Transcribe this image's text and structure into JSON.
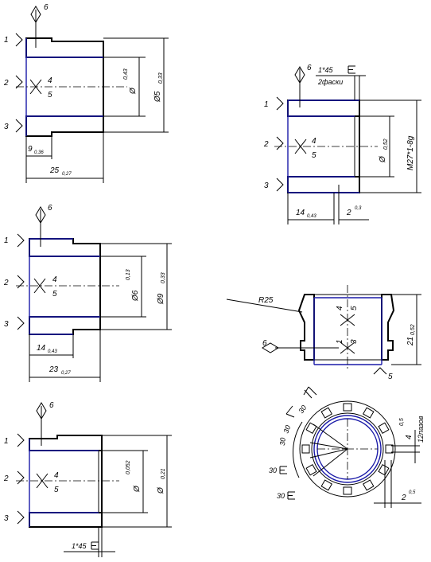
{
  "colors": {
    "ink": "#000000",
    "machined_surface": "#1a1aa8",
    "paper": "#ffffff"
  },
  "symbols": {
    "tolerance_icon": "diamond-icon",
    "clamp_icon": "support-icon"
  },
  "views": [
    {
      "support_numbers": [
        "1",
        "2",
        "3"
      ],
      "datum_number": "6",
      "axis_numbers": [
        "4",
        "5"
      ],
      "dims": {
        "dia_small": "Ø",
        "dia_small_tol": "0,43",
        "dia_large": "Ø5",
        "dia_large_tol": "0,33",
        "len_step": "9",
        "len_step_tol": "0,36",
        "len_total": "25",
        "len_total_tol": "0,27"
      }
    },
    {
      "support_numbers": [
        "1",
        "2",
        "3"
      ],
      "datum_number": "6",
      "axis_numbers": [
        "4",
        "5"
      ],
      "dims": {
        "dia_small": "Ø6",
        "dia_small_tol": "0,13",
        "dia_large": "Ø9",
        "dia_large_tol": "0,33",
        "len_step": "14",
        "len_step_tol": "0,43",
        "len_total": "23",
        "len_total_tol": "0,27"
      }
    },
    {
      "support_numbers": [
        "1",
        "2",
        "3"
      ],
      "datum_number": "6",
      "axis_numbers": [
        "4",
        "5"
      ],
      "dims": {
        "dia_small": "Ø",
        "dia_small_tol": "0,052",
        "dia_large": "Ø",
        "dia_large_tol": "0,21",
        "chamfer": "1*45"
      }
    },
    {
      "support_numbers": [
        "1",
        "2",
        "3"
      ],
      "datum_number": "6",
      "axis_numbers": [
        "4",
        "5"
      ],
      "dims": {
        "chamfer": "1*45",
        "chamfer_note": "2фаски",
        "dia_inner": "Ø",
        "dia_inner_tol": "0,52",
        "thread": "M27*1-8g",
        "len_step": "14",
        "len_step_tol": "0,43",
        "len_groove": "2",
        "len_groove_tol": "0,3"
      }
    },
    {
      "support_numbers": [
        "1",
        "3",
        "5"
      ],
      "datum_number": "6",
      "axis_numbers": [
        "4",
        "5"
      ],
      "dims": {
        "radius": "R25",
        "length": "21",
        "length_tol": "0,52"
      }
    },
    {
      "dims": {
        "roughness": [
          "30",
          "30",
          "30",
          "30",
          "30"
        ],
        "slot_width": "4",
        "slot_width_tol": "0,5",
        "slot_depth": "2",
        "slot_depth_tol": "0,5",
        "slot_count": "12пазов"
      }
    }
  ]
}
